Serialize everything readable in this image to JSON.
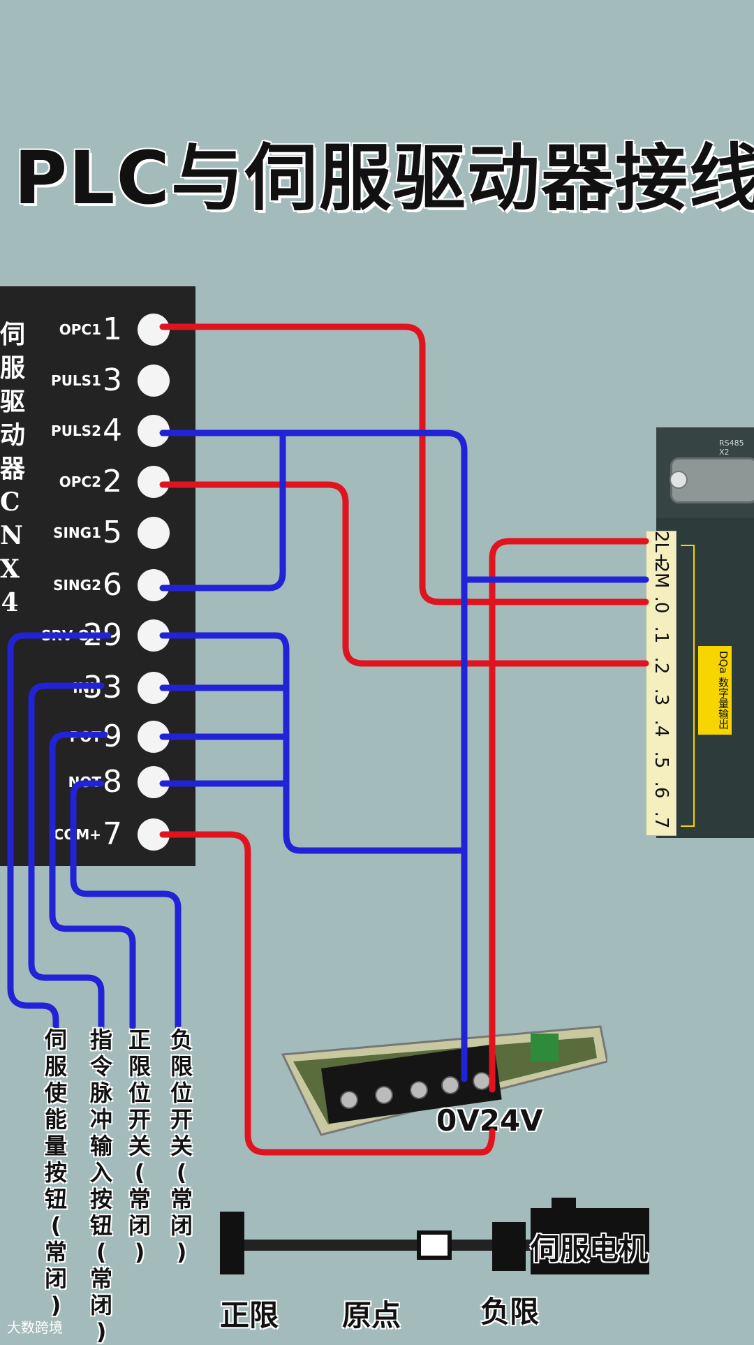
{
  "title": "PLC与伺服驱动器接线",
  "driver": {
    "vertical_title": [
      "伺",
      "服",
      "驱",
      "动",
      "器",
      "C",
      "N",
      "X",
      "4"
    ],
    "pins": [
      {
        "label": "OPC1",
        "num": "1"
      },
      {
        "label": "PULS1",
        "num": "3"
      },
      {
        "label": "PULS2",
        "num": "4"
      },
      {
        "label": "OPC2",
        "num": "2"
      },
      {
        "label": "SING1",
        "num": "5"
      },
      {
        "label": "SING2",
        "num": "6"
      },
      {
        "label": "SRV-ON",
        "num": "29"
      },
      {
        "label": "INH",
        "num": "33"
      },
      {
        "label": "POT",
        "num": "9"
      },
      {
        "label": "NOT",
        "num": "8"
      },
      {
        "label": "COM+",
        "num": "7"
      }
    ]
  },
  "plc": {
    "port_label": "RS485 X2",
    "terminals": [
      "2L+",
      "2M",
      ".0",
      ".1",
      ".2",
      ".3",
      ".4",
      ".5",
      ".6",
      ".7"
    ],
    "output_label": "DQa 数字量输出"
  },
  "psu_label": "0V24V",
  "input_labels": [
    "伺服使能量按钮(常闭)",
    "指令脉冲输入按钮(常闭)",
    "正限位开关(常闭)",
    "负限位开关(常闭)"
  ],
  "motor_label": "伺服电机",
  "rail_labels": [
    "正限",
    "原点",
    "负限"
  ],
  "watermark": "大数跨境",
  "colors": {
    "red_wire": "#e0141e",
    "blue_wire": "#2222d6",
    "background": "#a3bcbb"
  }
}
